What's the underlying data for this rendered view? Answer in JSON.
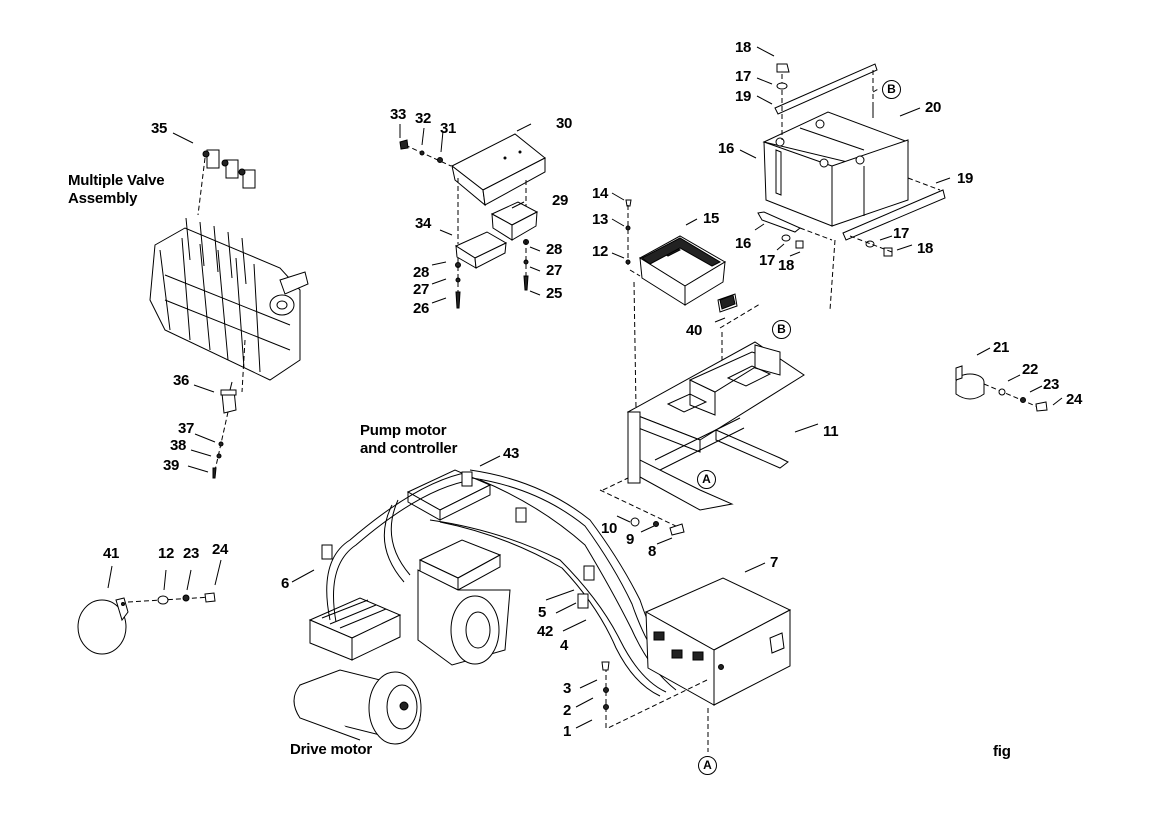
{
  "figure_label": "fig",
  "assembly_titles": {
    "multiple_valve": [
      "Multiple Valve",
      "Assembly"
    ],
    "pump_motor": [
      "Pump motor",
      "and controller"
    ],
    "drive_motor": "Drive motor"
  },
  "reference_markers": {
    "A_top": "A",
    "A_bottom": "A",
    "B_top": "B",
    "B_tray": "B"
  },
  "callouts": {
    "c1": "1",
    "c2": "2",
    "c3": "3",
    "c4": "4",
    "c5": "5",
    "c6": "6",
    "c7": "7",
    "c8": "8",
    "c9": "9",
    "c10": "10",
    "c11": "11",
    "c12a": "12",
    "c12b": "12",
    "c13": "13",
    "c14": "14",
    "c15": "15",
    "c16a": "16",
    "c16b": "16",
    "c17a": "17",
    "c17b": "17",
    "c17c": "17",
    "c18a": "18",
    "c18b": "18",
    "c18c": "18",
    "c19a": "19",
    "c19b": "19",
    "c20": "20",
    "c21": "21",
    "c22": "22",
    "c23a": "23",
    "c23b": "23",
    "c24a": "24",
    "c24b": "24",
    "c25": "25",
    "c26": "26",
    "c27a": "27",
    "c27b": "27",
    "c28a": "28",
    "c28b": "28",
    "c29": "29",
    "c30": "30",
    "c31": "31",
    "c32": "32",
    "c33": "33",
    "c34": "34",
    "c35": "35",
    "c36": "36",
    "c37": "37",
    "c38": "38",
    "c39": "39",
    "c40": "40",
    "c41": "41",
    "c42": "42",
    "c43": "43"
  }
}
